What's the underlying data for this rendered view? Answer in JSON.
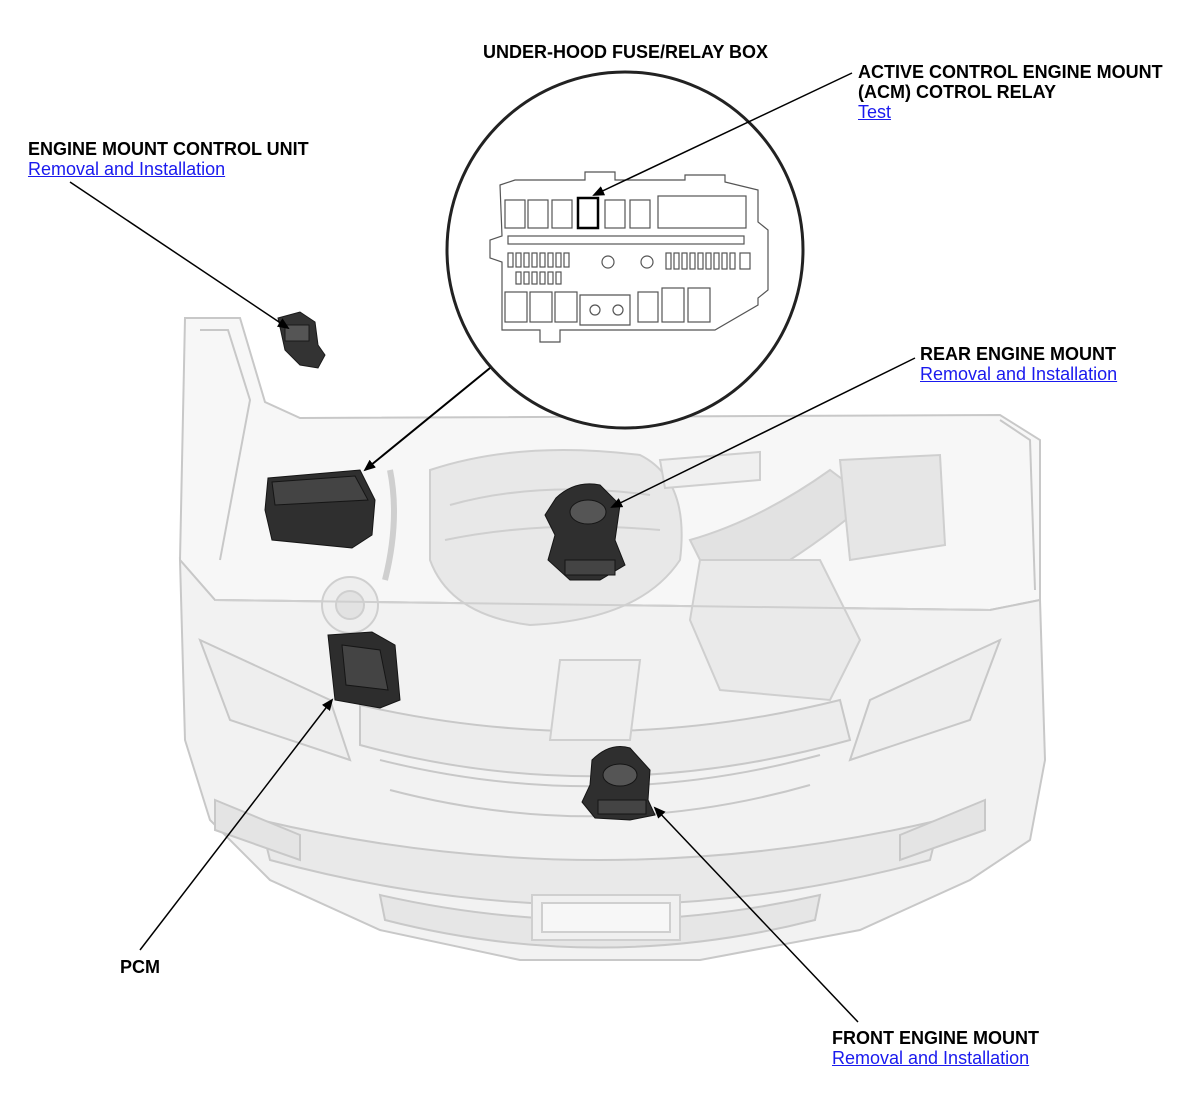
{
  "diagram": {
    "fuse_box_title": "UNDER-HOOD FUSE/RELAY BOX",
    "callouts": {
      "acm_relay": {
        "title_line1": "ACTIVE CONTROL ENGINE MOUNT",
        "title_line2": "(ACM) COTROL RELAY",
        "link": "Test"
      },
      "control_unit": {
        "title": "ENGINE MOUNT CONTROL UNIT",
        "link": "Removal and Installation"
      },
      "rear_mount": {
        "title": "REAR ENGINE MOUNT",
        "link": "Removal and Installation"
      },
      "pcm": {
        "title": "PCM"
      },
      "front_mount": {
        "title": "FRONT ENGINE MOUNT",
        "link": "Removal and Installation"
      }
    },
    "colors": {
      "link": "#1a1aee",
      "label": "#000000",
      "vehicle_outline": "#c8c8c8",
      "vehicle_fill": "#f2f2f2",
      "component_dark": "#2b2b2b"
    }
  }
}
